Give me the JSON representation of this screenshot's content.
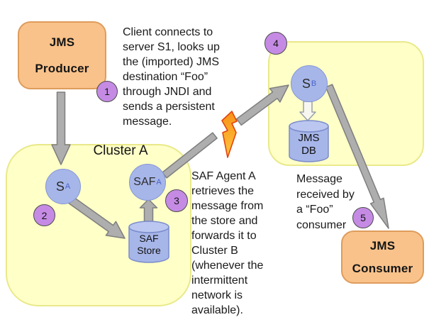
{
  "nodes": {
    "producer": {
      "line1": "JMS",
      "line2": "Producer"
    },
    "consumer": {
      "line1": "JMS",
      "line2": "Consumer"
    },
    "cluster_a": {
      "label": "Cluster A"
    },
    "server_a": {
      "label": "S",
      "subscript": "A"
    },
    "saf_agent_a": {
      "label": "SAF",
      "subscript": "A"
    },
    "server_b": {
      "label": "S",
      "subscript": "B"
    },
    "saf_store": {
      "label": "SAF\nStore"
    },
    "jms_db": {
      "label": "JMS\nDB"
    }
  },
  "step_markers": [
    "1",
    "2",
    "3",
    "4",
    "5"
  ],
  "annotations": {
    "step1": "Client connects to\nserver S1, looks up\nthe (imported) JMS\ndestination “Foo”\nthrough JNDI and\nsends a persistent\nmessage.",
    "step3": "SAF Agent A\nretrieves the\nmessage from\nthe store and\nforwards it to\nCluster B\n(whenever the\nintermittent\nnetwork is\navailable).",
    "step5": "Message\nreceived by\na “Foo”\nconsumer"
  },
  "icons": {
    "lightning_bolt": "intermittent-network"
  },
  "palette": {
    "endpoint_fill": "#F9C28A",
    "endpoint_border": "#DE9C5B",
    "cluster_fill": "#FFFFC8",
    "cluster_border": "#E9E98A",
    "node_fill": "#A7B6E9",
    "node_border": "#8496D6",
    "marker_fill": "#C58BE4",
    "arrow_gray": "#AEAEAE",
    "bolt_orange": "#F9A224"
  }
}
